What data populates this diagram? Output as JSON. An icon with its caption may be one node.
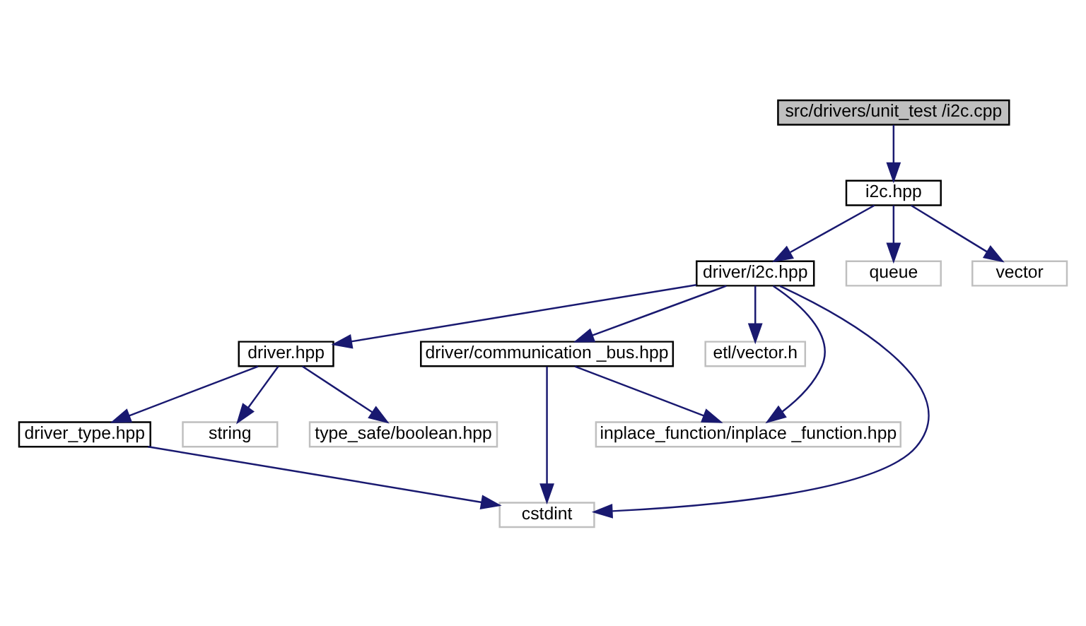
{
  "diagram": {
    "nodes": [
      {
        "text": [
          "src/drivers/unit_test /i2c.cpp"
        ]
      },
      {
        "text": [
          "i2c.hpp"
        ]
      },
      {
        "text": [
          "driver/i2c.hpp"
        ]
      },
      {
        "text": [
          "queue"
        ]
      },
      {
        "text": [
          "vector"
        ]
      },
      {
        "text": [
          "driver.hpp"
        ]
      },
      {
        "text": [
          "driver/communication _bus.hpp"
        ]
      },
      {
        "text": [
          "etl/vector.h"
        ]
      },
      {
        "text": [
          "driver_type.hpp"
        ]
      },
      {
        "text": [
          "string"
        ]
      },
      {
        "text": [
          "type_safe/boolean.hpp"
        ]
      },
      {
        "text": [
          "inplace_function/inplace _function.hpp"
        ]
      },
      {
        "text": [
          "cstdint"
        ]
      }
    ],
    "edges": [
      {
        "from": 0,
        "to": 1,
        "arrow": "to"
      },
      {
        "from": 1,
        "to": 2,
        "arrow": "to"
      },
      {
        "from": 1,
        "to": 3,
        "arrow": "to"
      },
      {
        "from": 1,
        "to": 4,
        "arrow": "to"
      },
      {
        "from": 2,
        "to": 5,
        "arrow": "to"
      },
      {
        "from": 2,
        "to": 12,
        "arrow": "to"
      },
      {
        "from": 2,
        "to": 6,
        "arrow": "to"
      },
      {
        "from": 2,
        "to": 7,
        "arrow": "to"
      },
      {
        "from": 2,
        "to": 11,
        "arrow": "to"
      },
      {
        "from": 5,
        "to": 8,
        "arrow": "to"
      },
      {
        "from": 5,
        "to": 9,
        "arrow": "to"
      },
      {
        "from": 5,
        "to": 10,
        "arrow": "to"
      },
      {
        "from": 6,
        "to": 11,
        "arrow": "to"
      },
      {
        "from": 6,
        "to": 12,
        "arrow": "to"
      },
      {
        "from": 8,
        "to": 12,
        "arrow": "to"
      }
    ]
  }
}
